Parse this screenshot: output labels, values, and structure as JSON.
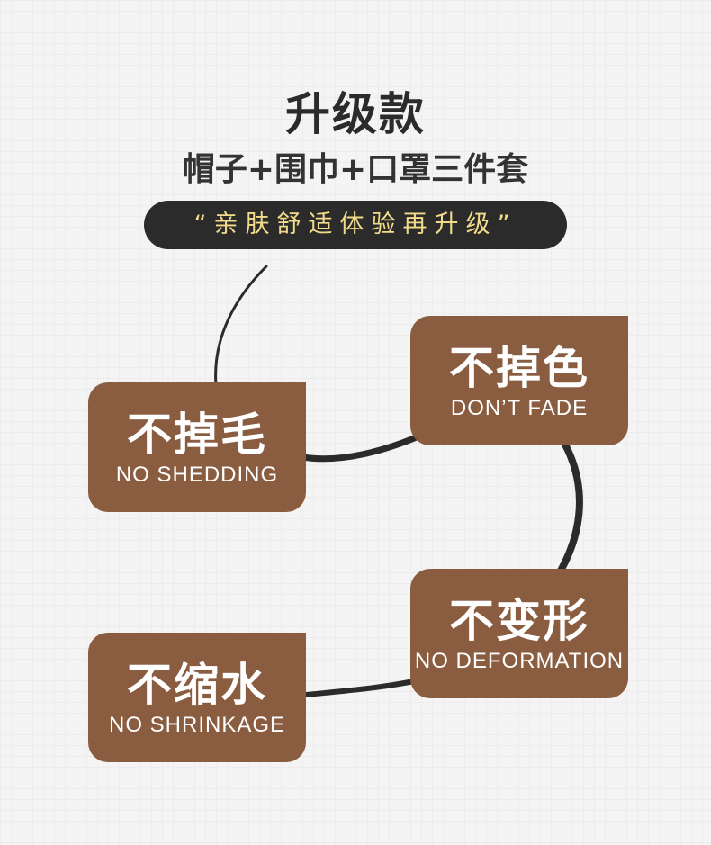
{
  "header": {
    "title": "升级款",
    "subtitle": "帽子+围巾+口罩三件套",
    "slogan": "“亲肤舒适体验再升级”"
  },
  "features": [
    {
      "cn": "不掉毛",
      "en": "NO SHEDDING"
    },
    {
      "cn": "不掉色",
      "en": "DON’T  FADE"
    },
    {
      "cn": "不变形",
      "en": "NO DEFORMATION"
    },
    {
      "cn": "不缩水",
      "en": "NO SHRINKAGE"
    }
  ],
  "colors": {
    "card": "#8a5d40",
    "slogan_bg": "#2b2b2b",
    "slogan_text": "#f2dc8a",
    "connector": "#2b2b2b"
  }
}
